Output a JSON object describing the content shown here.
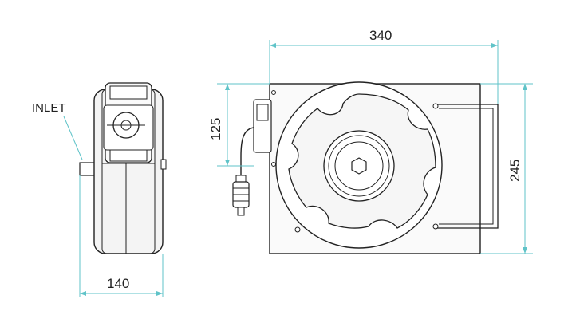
{
  "labels": {
    "inlet": "INLET"
  },
  "dimensions": {
    "width_side": "140",
    "width_front": "340",
    "height_bracket": "125",
    "height_total": "245"
  },
  "colors": {
    "dimension_line": "#5fc3c8",
    "outline": "#222222",
    "body_fill": "#f2f2f2"
  }
}
